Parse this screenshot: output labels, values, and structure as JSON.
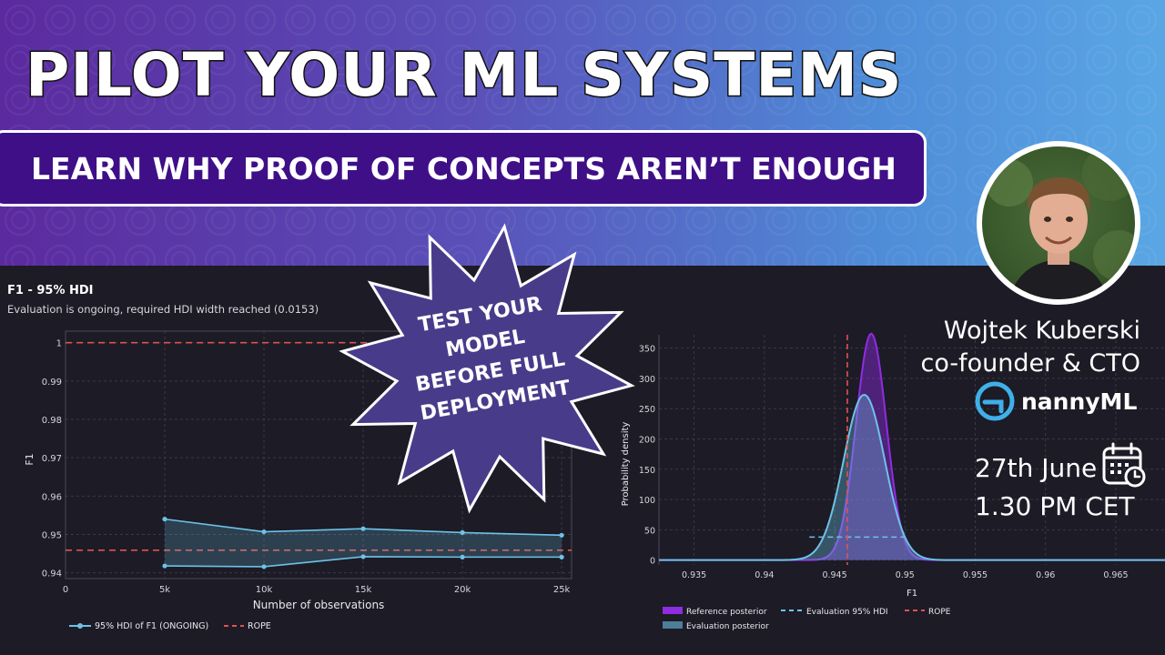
{
  "banner": {
    "title": "PILOT YOUR ML SYSTEMS",
    "subtitle": "LEARN WHY PROOF OF CONCEPTS AREN’T ENOUGH",
    "star_lines": [
      "TEST YOUR",
      "MODEL",
      "BEFORE FULL",
      "DEPLOYMENT"
    ],
    "colors": {
      "gradient_left": "#5b2a9e",
      "gradient_right": "#5aa6e4",
      "subtitle_box": "#3f0f87",
      "star_fill": "#483c8a",
      "dark_bg": "#1c1b26"
    }
  },
  "speaker": {
    "name": "Wojtek Kuberski",
    "role": "co-founder & CTO",
    "company": "nannyML",
    "company_icon": "nannyml-logo-icon"
  },
  "event": {
    "date": "27th June",
    "time": "1.30 PM CET",
    "icon": "calendar-clock-icon"
  },
  "chart_data": [
    {
      "type": "line",
      "title": "F1 - 95% HDI",
      "subtitle": "Evaluation is ongoing, required HDI width reached (0.0153)",
      "xlabel": "Number of observations",
      "ylabel": "F1",
      "x_ticks": [
        "0",
        "5k",
        "10k",
        "15k",
        "20k",
        "25k"
      ],
      "y_ticks": [
        "0.94",
        "0.95",
        "0.96",
        "0.97",
        "0.98",
        "0.99",
        "1"
      ],
      "xlim": [
        0,
        25500
      ],
      "ylim": [
        0.9385,
        1.003
      ],
      "x": [
        5000,
        10000,
        15000,
        20000,
        25000
      ],
      "series": [
        {
          "name": "95% HDI of F1 (ONGOING)",
          "upper": [
            0.954,
            0.9507,
            0.9515,
            0.9505,
            0.9498
          ],
          "lower": [
            0.9418,
            0.9416,
            0.9442,
            0.9441,
            0.9441
          ]
        }
      ],
      "rope": [
        0.9459,
        1.0
      ],
      "legend": [
        "95% HDI of F1 (ONGOING)",
        "ROPE"
      ],
      "legend_position": "bottom",
      "grid": true,
      "colors": {
        "hdi": "#6ec2e6",
        "rope": "#e0524f"
      }
    },
    {
      "type": "area",
      "xlabel": "F1",
      "ylabel": "Probability density",
      "x_ticks": [
        "0.935",
        "0.94",
        "0.945",
        "0.95",
        "0.955",
        "0.96",
        "0.965"
      ],
      "y_ticks": [
        "0",
        "50",
        "100",
        "150",
        "200",
        "250",
        "300",
        "350"
      ],
      "xlim": [
        0.9325,
        0.9685
      ],
      "ylim": [
        -8,
        372
      ],
      "series": [
        {
          "name": "Reference posterior",
          "mean": 0.9476,
          "sd": 0.00108,
          "peak": 374
        },
        {
          "name": "Evaluation posterior",
          "mean": 0.9471,
          "sd": 0.00146,
          "peak": 273
        }
      ],
      "evaluation_hdi": [
        0.9432,
        0.95
      ],
      "evaluation_hdi_level": 38,
      "rope_x": 0.9459,
      "legend": [
        "Reference posterior",
        "Evaluation 95% HDI",
        "ROPE",
        "Evaluation posterior"
      ],
      "legend_position": "bottom",
      "grid": true,
      "colors": {
        "reference": "#8f2de0",
        "evaluation": "#6ec2e6",
        "rope": "#e0524f"
      }
    }
  ]
}
